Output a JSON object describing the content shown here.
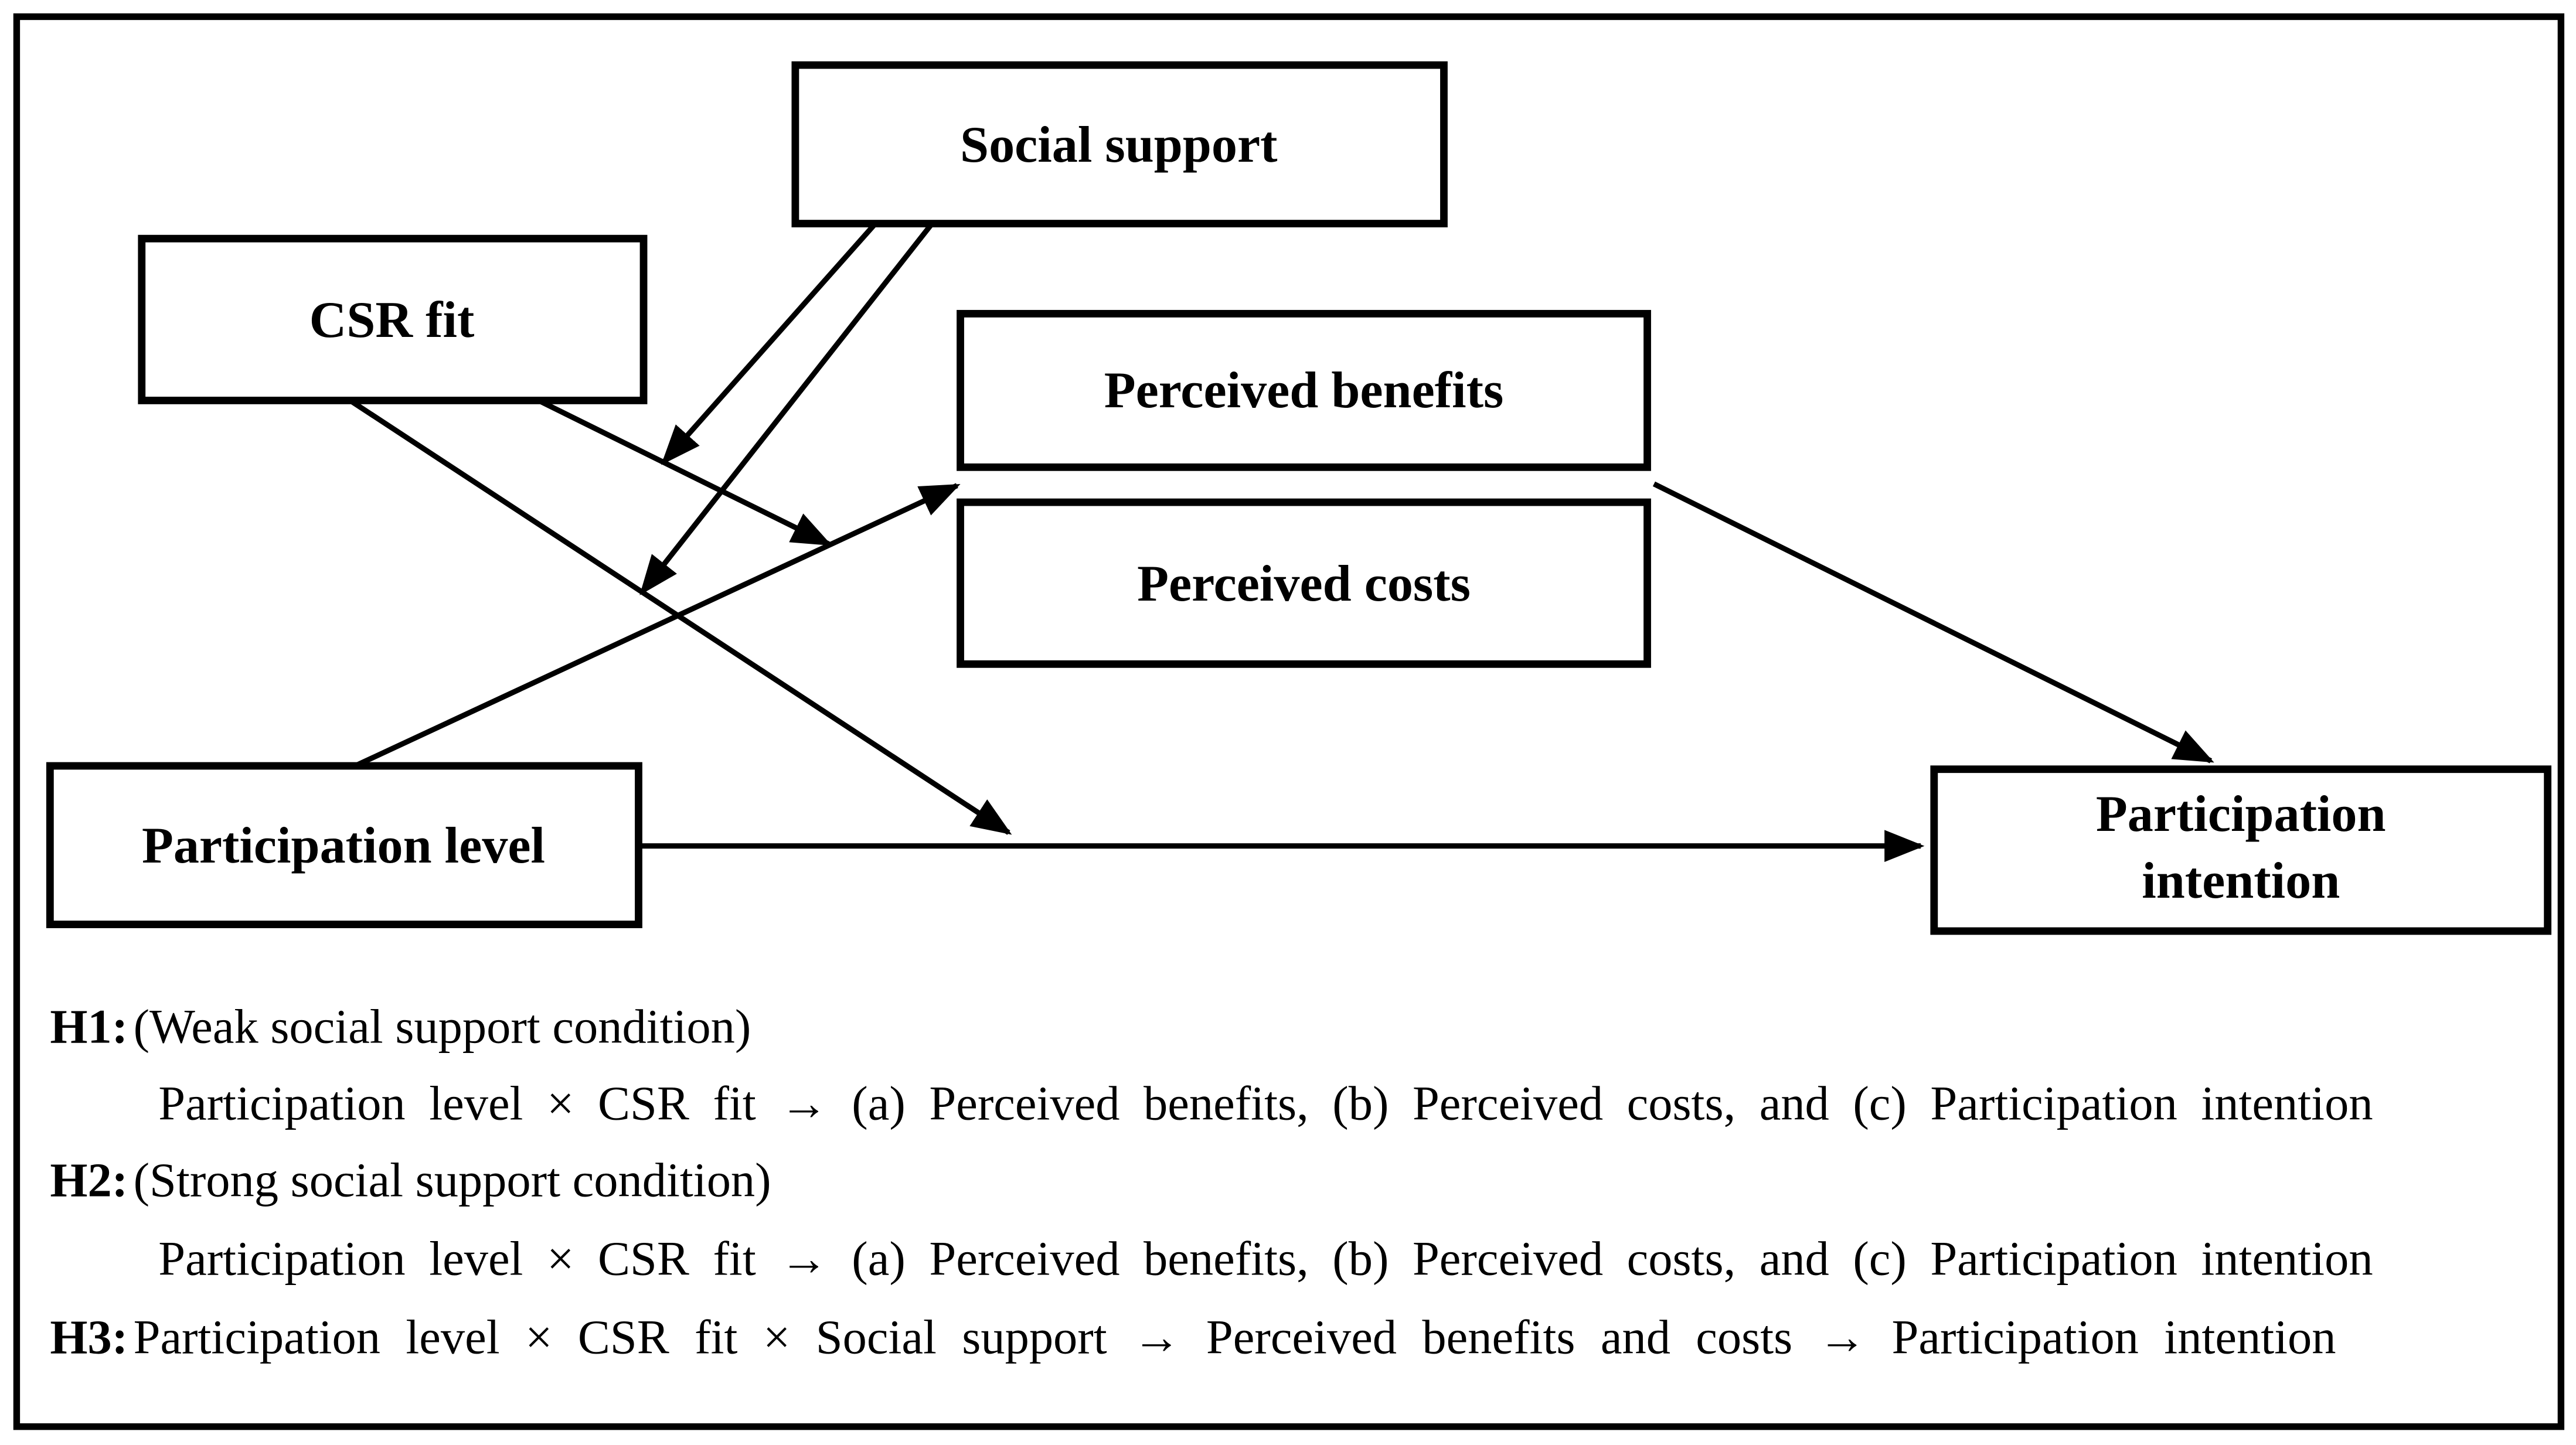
{
  "figure": {
    "background_color": "#ffffff",
    "stroke_color": "#000000",
    "nodes": {
      "social_support": {
        "label": "Social support"
      },
      "csr_fit": {
        "label": "CSR fit"
      },
      "perceived_benefits": {
        "label": "Perceived benefits"
      },
      "perceived_costs": {
        "label": "Perceived costs"
      },
      "participation_level": {
        "label": "Participation level"
      },
      "participation_intention": {
        "label_line1": "Participation",
        "label_line2": "intention"
      }
    },
    "edges": [
      {
        "id": "participation-level-to-mediators",
        "from": "participation_level",
        "to": "perceived_benefits_and_costs",
        "type": "direct"
      },
      {
        "id": "participation-level-to-intention",
        "from": "participation_level",
        "to": "participation_intention",
        "type": "direct"
      },
      {
        "id": "mediators-to-intention",
        "from": "perceived_benefits_and_costs",
        "to": "participation_intention",
        "type": "direct"
      },
      {
        "id": "csr-fit-moderates-mediator-path",
        "from": "csr_fit",
        "to": "participation-level-to-mediators",
        "type": "moderation"
      },
      {
        "id": "csr-fit-moderates-intention-path",
        "from": "csr_fit",
        "to": "participation-level-to-intention",
        "type": "moderation"
      },
      {
        "id": "social-support-moderates-csr-path-1",
        "from": "social_support",
        "to": "csr-fit-moderates-mediator-path",
        "type": "moderated-moderation"
      },
      {
        "id": "social-support-moderates-csr-path-2",
        "from": "social_support",
        "to": "csr-fit-moderates-intention-path",
        "type": "moderated-moderation"
      }
    ]
  },
  "hypotheses": {
    "h1": {
      "label": "H1:",
      "condition": "(Weak social support condition)",
      "statement": "Participation level × CSR fit → (a) Perceived benefits, (b) Perceived costs, and (c) Participation intention"
    },
    "h2": {
      "label": "H2:",
      "condition": "(Strong social support condition)",
      "statement": "Participation level × CSR fit → (a) Perceived benefits, (b) Perceived costs, and (c) Participation intention"
    },
    "h3": {
      "label": "H3:",
      "statement": "Participation level × CSR fit × Social support → Perceived benefits and costs → Participation intention"
    }
  }
}
